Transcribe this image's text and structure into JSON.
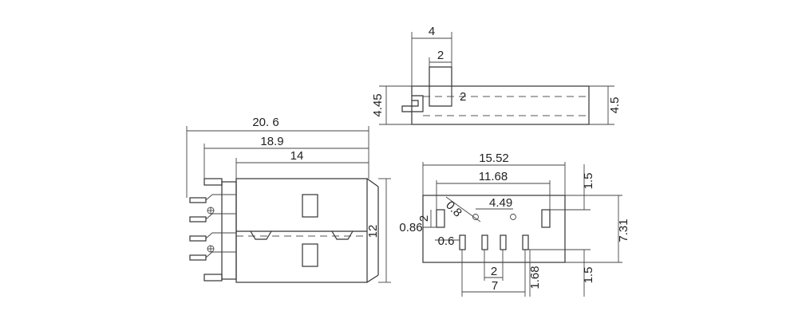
{
  "side_view": {
    "overall_length": "20. 6",
    "body_length": "18.9",
    "shell_length": "14",
    "height": "12"
  },
  "top_view": {
    "width": "4",
    "inner_width": "2",
    "notch_depth": "2",
    "height_left": "4.45",
    "height_right": "4.5"
  },
  "front_view": {
    "overall_width": "15.52",
    "pin_span": "11.68",
    "hole_spacing": "4.49",
    "hole_dia": "0.8",
    "small_height": "2",
    "offset_left": "0.86",
    "pin_width": "0.6",
    "pin_pitch": "2",
    "pin_row": "7",
    "pin_depth": "1.68",
    "top_margin": "1.5",
    "bottom_margin": "1.5",
    "total_height": "7.31"
  }
}
